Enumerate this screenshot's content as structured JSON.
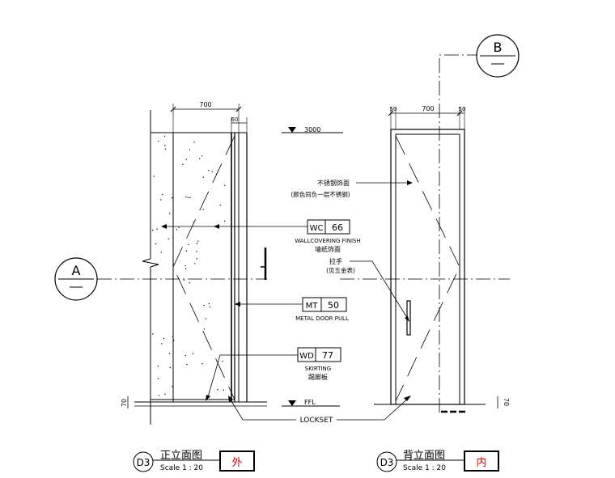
{
  "colors": {
    "line": "#000000",
    "stamp": "#e00000",
    "background": "#ffffff"
  },
  "left_elevation": {
    "dim_width": "700",
    "dim_frame": "60",
    "level_top": "3000",
    "level_bottom": "FFL",
    "dim_bottom_vertical": "70",
    "section_callout": "A",
    "title": "正立面图",
    "scale": "Scale 1 : 20",
    "ref_tag": "D3",
    "stamp": "外"
  },
  "right_elevation": {
    "dim_left": "50",
    "dim_width": "700",
    "dim_right": "50",
    "dim_bottom_vertical": "70",
    "section_callout": "B",
    "title": "背立面图",
    "scale": "Scale 1 : 20",
    "ref_tag": "D3",
    "stamp": "内"
  },
  "callouts": {
    "stainless_label": "不锈钢饰面",
    "stainless_sub": "(颜色同负一层不锈钢)",
    "wc_code": "WC",
    "wc_num": "66",
    "wc_en": "WALLCOVERING FINISH",
    "wc_cn": "墙纸饰面",
    "handle_label": "拉手",
    "handle_sub": "(见五金表)",
    "mt_code": "MT",
    "mt_num": "50",
    "mt_en": "METAL DOOR PULL",
    "wd_code": "WD",
    "wd_num": "77",
    "wd_en": "SKIRTING",
    "wd_cn": "踢脚板",
    "lockset": "LOCKSET"
  }
}
